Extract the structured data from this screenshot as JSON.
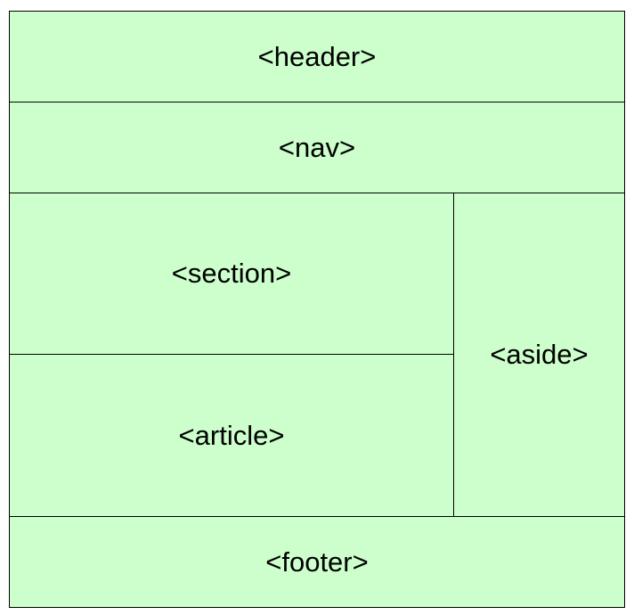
{
  "diagram": {
    "header": "<header>",
    "nav": "<nav>",
    "section": "<section>",
    "article": "<article>",
    "aside": "<aside>",
    "footer": "<footer>"
  },
  "colors": {
    "box_fill": "#ccffcc",
    "border": "#000000",
    "text": "#000000"
  }
}
